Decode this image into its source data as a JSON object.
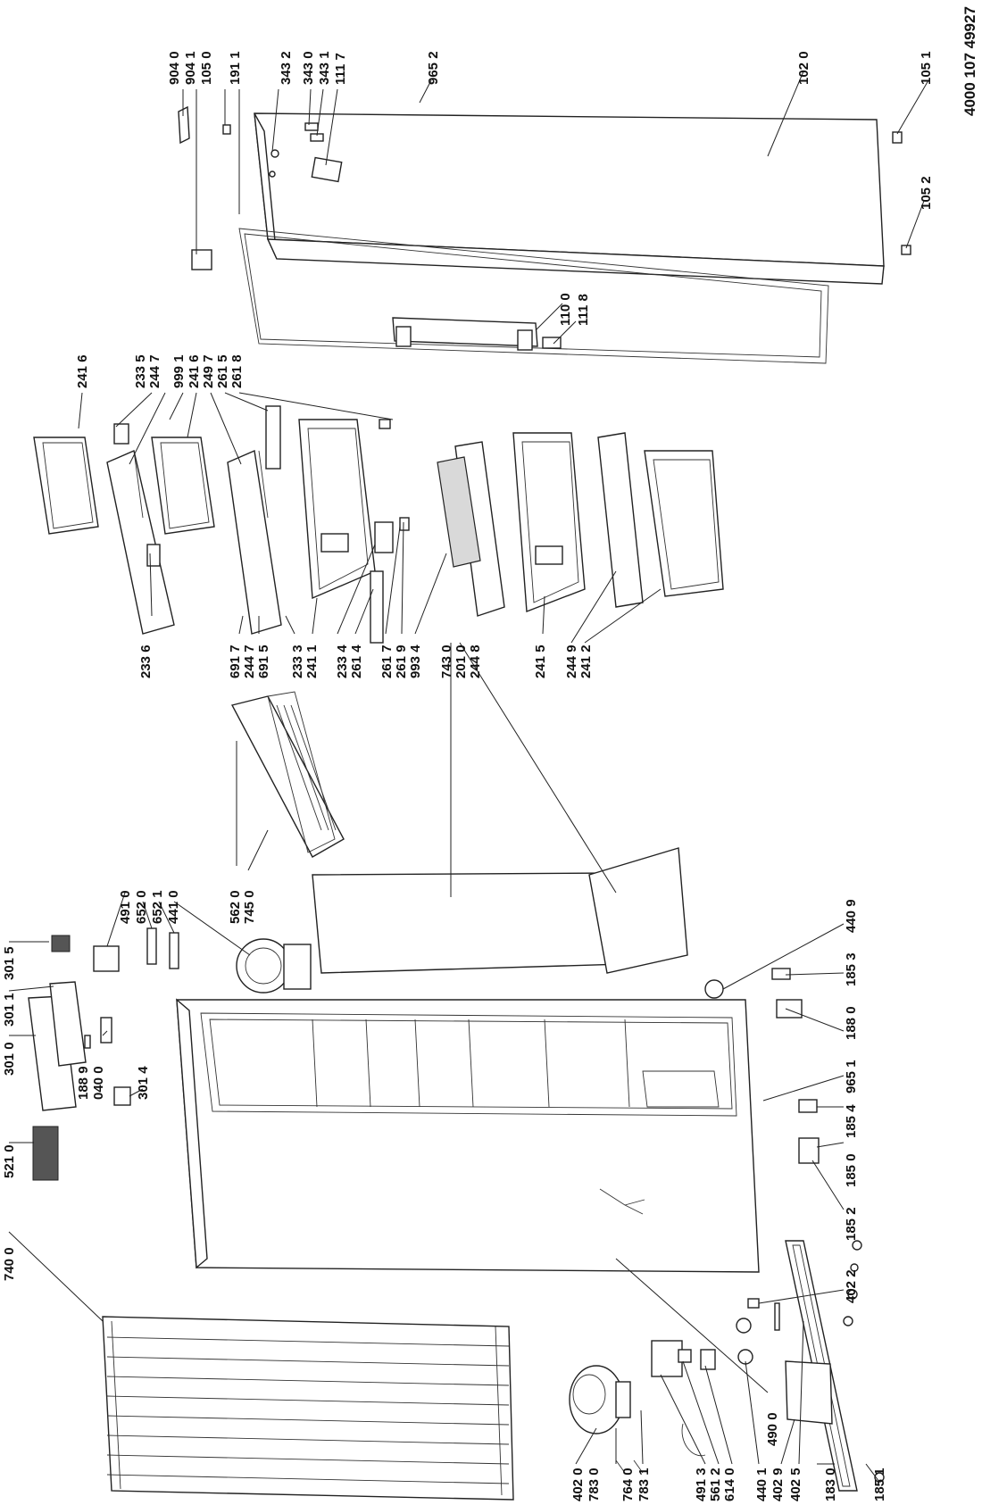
{
  "document_number": "4000 107 49927",
  "labels": [
    {
      "id": "904-0",
      "text": "904 0"
    },
    {
      "id": "904-1",
      "text": "904 1"
    },
    {
      "id": "105-0",
      "text": "105 0"
    },
    {
      "id": "191-1",
      "text": "191 1"
    },
    {
      "id": "343-2",
      "text": "343 2"
    },
    {
      "id": "343-0",
      "text": "343 0"
    },
    {
      "id": "343-1",
      "text": "343 1"
    },
    {
      "id": "111-7",
      "text": "111 7"
    },
    {
      "id": "965-2",
      "text": "965 2"
    },
    {
      "id": "102-0",
      "text": "102 0"
    },
    {
      "id": "105-1",
      "text": "105 1"
    },
    {
      "id": "105-2",
      "text": "105 2"
    },
    {
      "id": "110-0",
      "text": "110 0"
    },
    {
      "id": "111-8",
      "text": "111 8"
    },
    {
      "id": "241-6a",
      "text": "241 6"
    },
    {
      "id": "233-5",
      "text": "233 5"
    },
    {
      "id": "244-7a",
      "text": "244 7"
    },
    {
      "id": "999-1",
      "text": "999 1"
    },
    {
      "id": "241-6b",
      "text": "241 6"
    },
    {
      "id": "249-7",
      "text": "249 7"
    },
    {
      "id": "261-5",
      "text": "261 5"
    },
    {
      "id": "261-8",
      "text": "261 8"
    },
    {
      "id": "233-6",
      "text": "233 6"
    },
    {
      "id": "691-7",
      "text": "691 7"
    },
    {
      "id": "244-7b",
      "text": "244 7"
    },
    {
      "id": "691-5",
      "text": "691 5"
    },
    {
      "id": "233-3",
      "text": "233 3"
    },
    {
      "id": "241-1",
      "text": "241 1"
    },
    {
      "id": "233-4",
      "text": "233 4"
    },
    {
      "id": "261-4",
      "text": "261 4"
    },
    {
      "id": "261-7",
      "text": "261 7"
    },
    {
      "id": "261-9",
      "text": "261 9"
    },
    {
      "id": "993-4",
      "text": "993 4"
    },
    {
      "id": "743-0",
      "text": "743 0"
    },
    {
      "id": "201-0",
      "text": "201 0"
    },
    {
      "id": "244-8",
      "text": "244 8"
    },
    {
      "id": "241-5",
      "text": "241 5"
    },
    {
      "id": "244-9",
      "text": "244 9"
    },
    {
      "id": "241-2",
      "text": "241 2"
    },
    {
      "id": "562-0",
      "text": "562 0"
    },
    {
      "id": "745-0",
      "text": "745 0"
    },
    {
      "id": "491-0",
      "text": "491 0"
    },
    {
      "id": "652-0",
      "text": "652 0"
    },
    {
      "id": "652-1",
      "text": "652 1"
    },
    {
      "id": "441-0",
      "text": "441 0"
    },
    {
      "id": "440-9",
      "text": "440 9"
    },
    {
      "id": "185-3",
      "text": "185 3"
    },
    {
      "id": "188-0",
      "text": "188 0"
    },
    {
      "id": "965-1",
      "text": "965 1"
    },
    {
      "id": "185-4",
      "text": "185 4"
    },
    {
      "id": "185-0",
      "text": "185 0"
    },
    {
      "id": "185-2",
      "text": "185 2"
    },
    {
      "id": "402-2",
      "text": "402 2"
    },
    {
      "id": "301-5",
      "text": "301 5"
    },
    {
      "id": "301-1",
      "text": "301 1"
    },
    {
      "id": "301-0",
      "text": "301 0"
    },
    {
      "id": "188-9",
      "text": "188 9"
    },
    {
      "id": "040-0",
      "text": "040 0"
    },
    {
      "id": "301-4",
      "text": "301 4"
    },
    {
      "id": "521-0",
      "text": "521 0"
    },
    {
      "id": "740-0",
      "text": "740 0"
    },
    {
      "id": "490-0",
      "text": "490 0"
    },
    {
      "id": "402-0",
      "text": "402 0"
    },
    {
      "id": "783-0",
      "text": "783 0"
    },
    {
      "id": "764-0",
      "text": "764 0"
    },
    {
      "id": "783-1",
      "text": "783 1"
    },
    {
      "id": "491-3",
      "text": "491 3"
    },
    {
      "id": "561-2",
      "text": "561 2"
    },
    {
      "id": "614-0",
      "text": "614 0"
    },
    {
      "id": "440-1",
      "text": "440 1"
    },
    {
      "id": "402-9",
      "text": "402 9"
    },
    {
      "id": "402-5",
      "text": "402 5"
    },
    {
      "id": "183-0",
      "text": "183 0"
    },
    {
      "id": "185-1",
      "text": "185 1"
    }
  ]
}
